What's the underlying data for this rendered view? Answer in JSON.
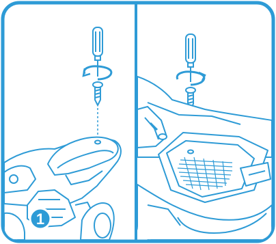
{
  "diagram": {
    "accent_color": "#2e9bd6",
    "line_color": "#2e9bd6",
    "fill_color": "#ffffff",
    "panels": [
      {
        "id": "left",
        "icons": [
          "screwdriver-icon",
          "rotate-arrow-icon",
          "screw-icon",
          "motorcycle-seat"
        ]
      },
      {
        "id": "right",
        "icons": [
          "screwdriver-icon",
          "rotate-arrow-icon",
          "screw-icon",
          "battery-compartment"
        ]
      }
    ],
    "step_badge": {
      "label": "1"
    }
  }
}
